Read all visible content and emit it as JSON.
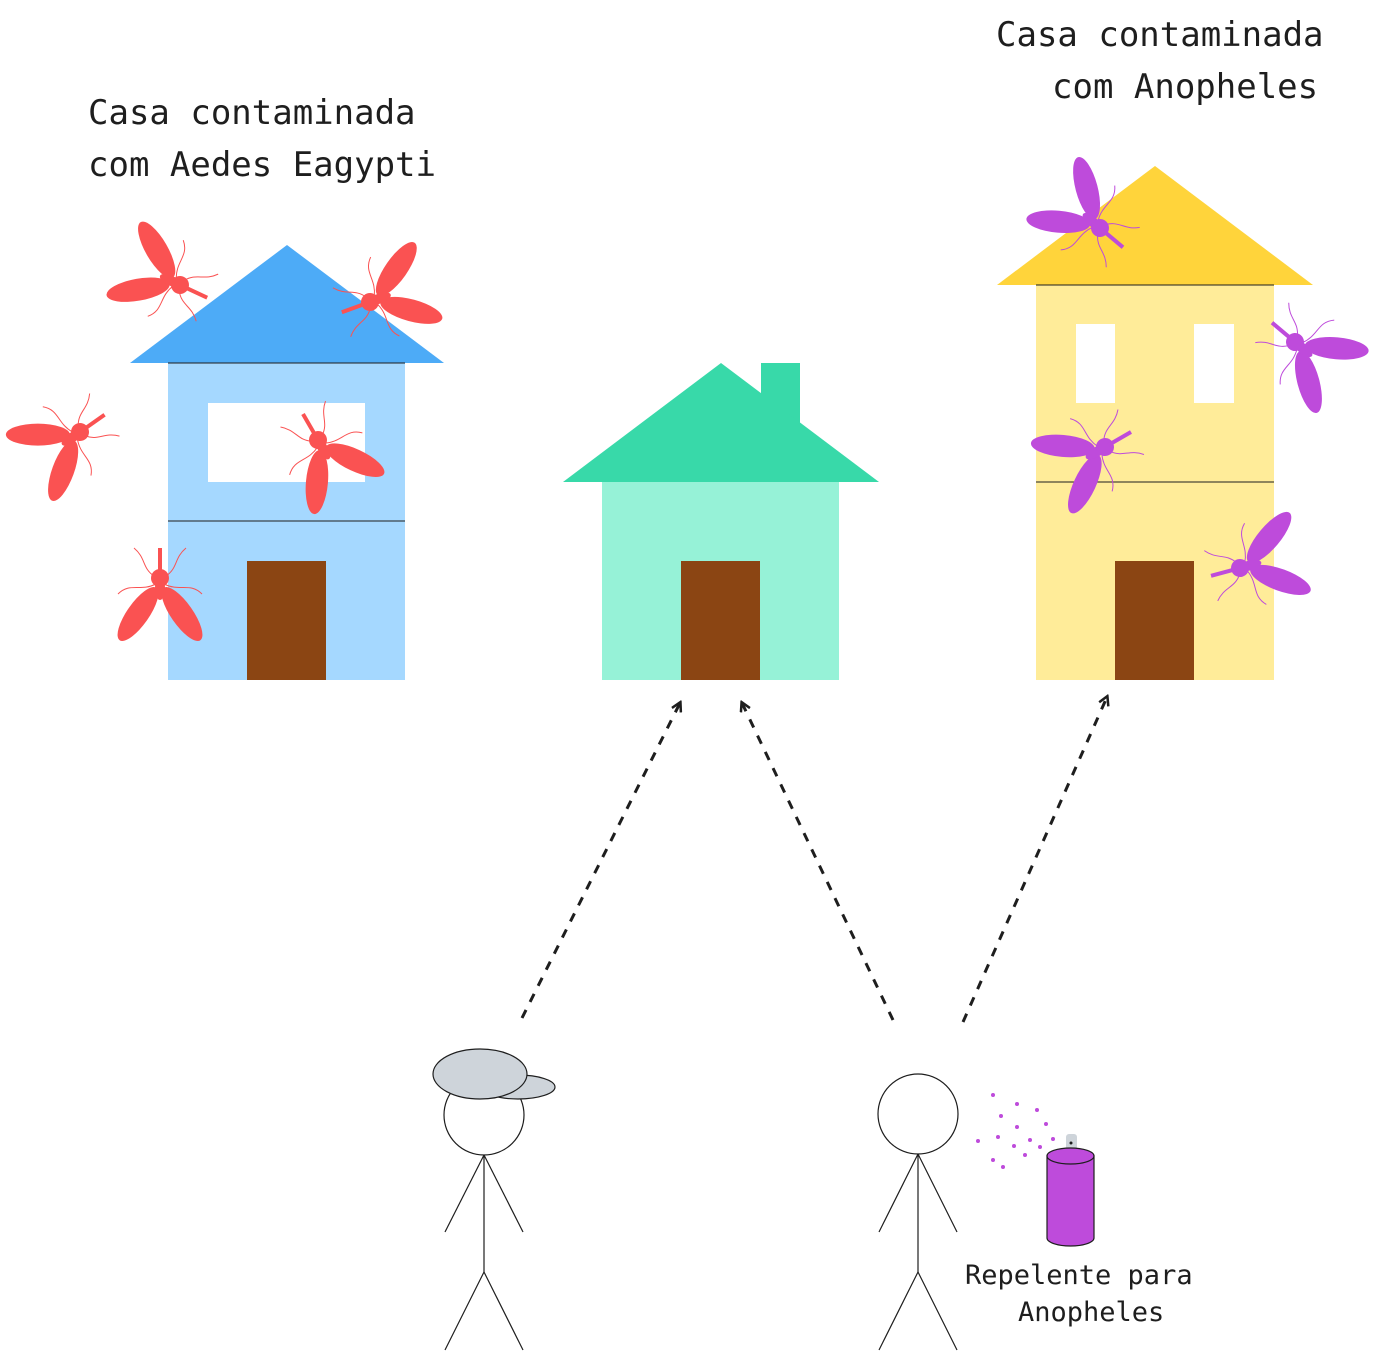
{
  "labels": {
    "aedes_line1": "Casa contaminada",
    "aedes_line2": "com Aedes Eagypti",
    "anopheles_line1": "Casa contaminada",
    "anopheles_line2": "com Anopheles",
    "repellent_line1": "Repelente para",
    "repellent_line2": "Anopheles"
  },
  "colors": {
    "aedes_mosquito": "#fa5252",
    "anopheles_mosquito": "#be4bdb",
    "blue_roof": "#4dabf7",
    "blue_wall": "#a5d8ff",
    "green_roof": "#38d9a9",
    "green_wall": "#96f2d7",
    "yellow_roof": "#ffd43b",
    "yellow_wall": "#ffec99",
    "door": "#8b4513",
    "cap": "#ced4da",
    "spray": "#be4bdb"
  }
}
